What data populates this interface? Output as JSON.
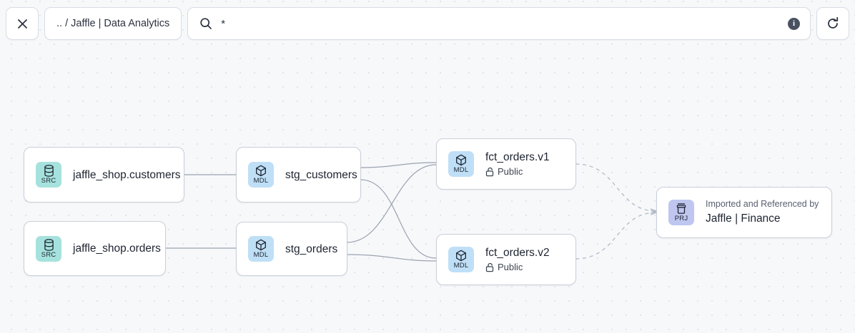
{
  "toolbar": {
    "close_label": "×",
    "close_icon": "close-icon",
    "breadcrumb": ".. / Jaffle | Data Analytics",
    "search_value": "*",
    "search_placeholder": "",
    "search_icon": "search-icon",
    "info_icon": "info-icon",
    "info_label": "i",
    "refresh_icon": "refresh-icon"
  },
  "colors": {
    "canvas_bg": "#f7f8fa",
    "dot_grid": "#dfe3ea",
    "node_border": "#c9cfd9",
    "src_icon_bg": "#a6e2dd",
    "mdl_icon_bg": "#bfdff6",
    "prj_icon_bg": "#bfc6ef",
    "edge_solid": "#9aa3b0",
    "edge_dashed": "#b3bac6"
  },
  "graph": {
    "nodes": [
      {
        "id": "src-customers",
        "kind": "SRC",
        "kind_icon": "database-icon",
        "title": "jaffle_shop.customers",
        "subtitle": null,
        "supertitle": null
      },
      {
        "id": "src-orders",
        "kind": "SRC",
        "kind_icon": "database-icon",
        "title": "jaffle_shop.orders",
        "subtitle": null,
        "supertitle": null
      },
      {
        "id": "mdl-stg-customers",
        "kind": "MDL",
        "kind_icon": "cube-icon",
        "title": "stg_customers",
        "subtitle": null,
        "supertitle": null
      },
      {
        "id": "mdl-stg-orders",
        "kind": "MDL",
        "kind_icon": "cube-icon",
        "title": "stg_orders",
        "subtitle": null,
        "supertitle": null
      },
      {
        "id": "mdl-fct-orders-v1",
        "kind": "MDL",
        "kind_icon": "cube-icon",
        "title": "fct_orders.v1",
        "subtitle": "Public",
        "subtitle_icon": "unlock-icon",
        "supertitle": null
      },
      {
        "id": "mdl-fct-orders-v2",
        "kind": "MDL",
        "kind_icon": "cube-icon",
        "title": "fct_orders.v2",
        "subtitle": "Public",
        "subtitle_icon": "unlock-icon",
        "supertitle": null
      },
      {
        "id": "prj-jaffle-finance",
        "kind": "PRJ",
        "kind_icon": "project-icon",
        "supertitle": "Imported and Referenced by",
        "title": "Jaffle | Finance",
        "subtitle": null
      }
    ],
    "edges": [
      {
        "from": "src-customers",
        "to": "mdl-stg-customers",
        "style": "solid"
      },
      {
        "from": "src-orders",
        "to": "mdl-stg-orders",
        "style": "solid"
      },
      {
        "from": "mdl-stg-customers",
        "to": "mdl-fct-orders-v1",
        "style": "solid"
      },
      {
        "from": "mdl-stg-customers",
        "to": "mdl-fct-orders-v2",
        "style": "solid"
      },
      {
        "from": "mdl-stg-orders",
        "to": "mdl-fct-orders-v1",
        "style": "solid"
      },
      {
        "from": "mdl-stg-orders",
        "to": "mdl-fct-orders-v2",
        "style": "solid"
      },
      {
        "from": "mdl-fct-orders-v1",
        "to": "prj-jaffle-finance",
        "style": "dashed"
      },
      {
        "from": "mdl-fct-orders-v2",
        "to": "prj-jaffle-finance",
        "style": "dashed"
      }
    ]
  }
}
